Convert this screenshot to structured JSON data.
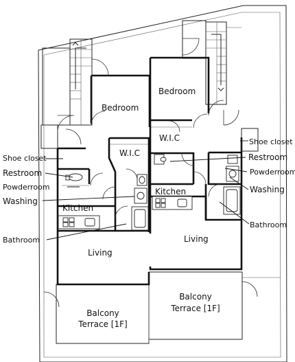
{
  "labels": {
    "bedroom_left": "Bedroom",
    "bedroom_right": "Bedroom",
    "wic_left": "W.I.C",
    "wic_right": "W.I.C",
    "kitchen_left": "Kitchen",
    "kitchen_right": "Kitchen",
    "living_left": "Living",
    "living_right": "Living",
    "balcony_left_line1": "Balcony",
    "balcony_left_line2": "Terrace [1F]",
    "balcony_right_line1": "Balcony",
    "balcony_right_line2": "Terrace [1F]",
    "shoe_closet_left": "Shoe closet",
    "restroom_left": "Restroom",
    "powderroom_left": "Powderroom",
    "washing_left": "Washing",
    "bathroom_left": "Bathroom",
    "shoe_closet_right": "Shoe closet",
    "restroom_right": "Restroom",
    "powderroom_right": "Powderroom",
    "washing_right": "Washing",
    "bathroom_right": "Bathroom"
  }
}
